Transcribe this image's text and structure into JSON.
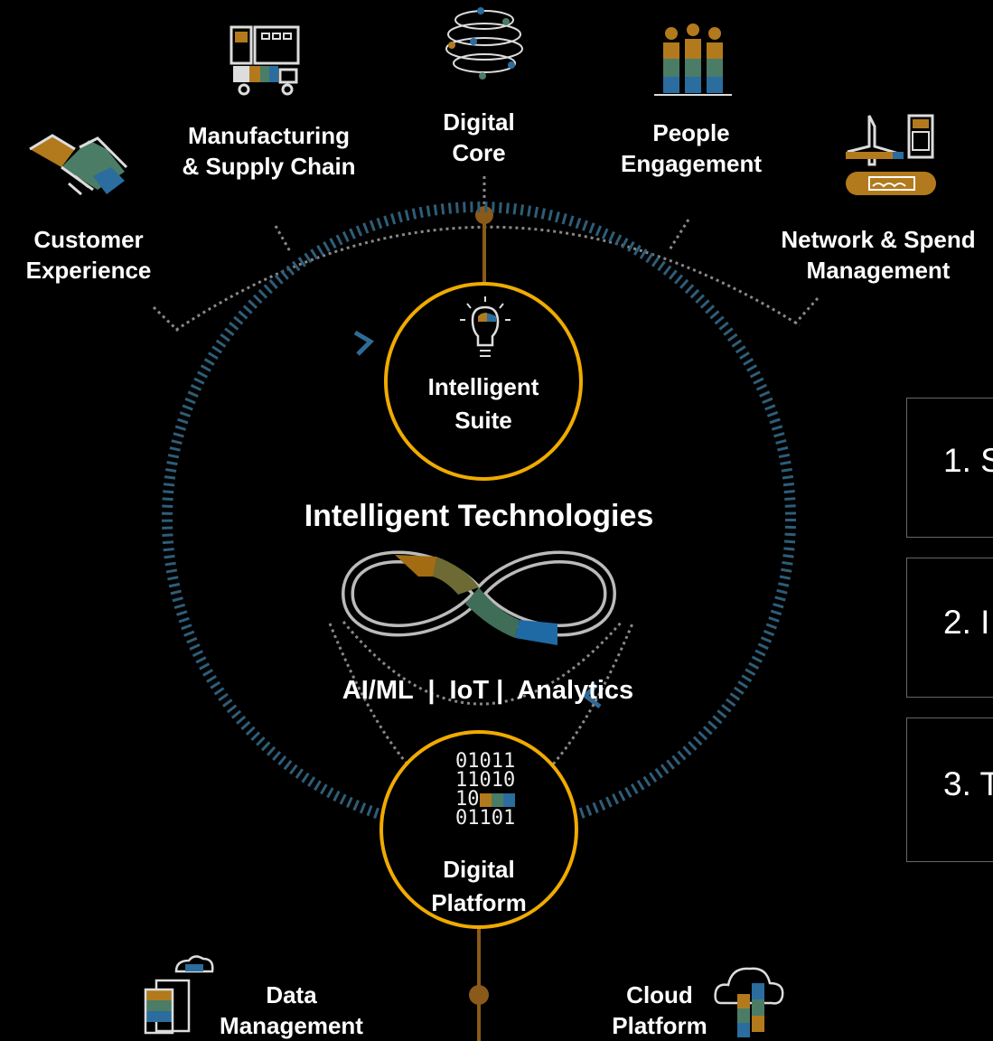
{
  "top_pillars": {
    "customer": [
      "Customer",
      "Experience"
    ],
    "manufacturing": [
      "Manufacturing",
      "& Supply Chain"
    ],
    "digital_core": [
      "Digital",
      "Core"
    ],
    "people": [
      "People",
      "Engagement"
    ],
    "network": [
      "Network & Spend",
      "Management"
    ]
  },
  "hubs": {
    "suite": [
      "Intelligent",
      "Suite"
    ],
    "platform": [
      "Digital",
      "Platform"
    ],
    "binary": [
      "01011",
      "11010",
      "10",
      "01101"
    ]
  },
  "center": {
    "title": "Intelligent Technologies",
    "technologies": "AI/ML  |  IoT |  Analytics"
  },
  "bottom_pillars": {
    "data": [
      "Data",
      "Management"
    ],
    "cloud": [
      "Cloud",
      "Platform"
    ]
  },
  "steps": [
    "1. S",
    "2. I",
    "3. T"
  ],
  "colors": {
    "accent": "#f0ab00",
    "bronze": "#8a5a1a",
    "ring_blue": "#2f5d78",
    "dashed_grey": "#888888"
  }
}
